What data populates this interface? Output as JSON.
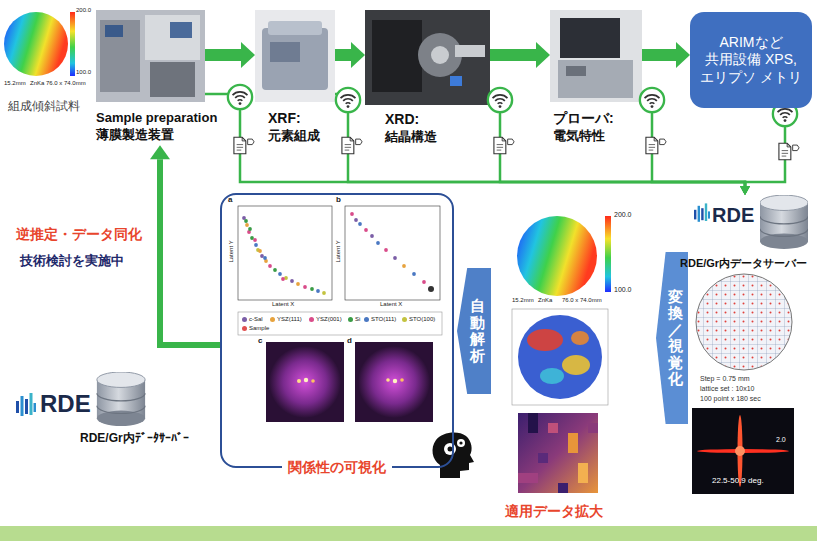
{
  "diagram": {
    "nodes": [
      {
        "text": [
          "組成傾斜試料"
        ]
      },
      {
        "text": [
          "Sample preparation",
          "薄膜製造装置"
        ]
      },
      {
        "text": [
          "XRF:",
          "元素組成"
        ]
      },
      {
        "text": [
          "XRD:",
          "結晶構造"
        ]
      },
      {
        "text": [
          "プローバ:",
          "電気特性"
        ]
      },
      {
        "text": [
          "ARIMなど 共用設備 XPS,エリプソ メトリ"
        ]
      },
      {
        "text": [
          "RDE",
          "RDE/Gr内データサーバー"
        ]
      },
      {
        "text": [
          "変換／視覚化"
        ]
      },
      {
        "text": [
          "自動解析"
        ]
      },
      {
        "text": [
          "関係性の可視化"
        ]
      },
      {
        "text": [
          "RDE",
          "RDE/Gr内ﾃﾞｰﾀｻｰﾊﾞｰ"
        ]
      }
    ],
    "edges": [
      {
        "from": 1,
        "to": 2,
        "arrow": "to"
      },
      {
        "from": 2,
        "to": 3,
        "arrow": "to"
      },
      {
        "from": 3,
        "to": 4,
        "arrow": "to"
      },
      {
        "from": 4,
        "to": 5,
        "arrow": "to"
      },
      {
        "from": 1,
        "to": 6,
        "arrow": "to"
      },
      {
        "from": 2,
        "to": 6,
        "arrow": "to"
      },
      {
        "from": 3,
        "to": 6,
        "arrow": "to"
      },
      {
        "from": 4,
        "to": 6,
        "arrow": "to"
      },
      {
        "from": 5,
        "to": 6,
        "arrow": "to"
      },
      {
        "from": 9,
        "to": 1,
        "arrow": "to"
      }
    ],
    "labels": [
      "200.0",
      "100.0",
      "15.2mm",
      "ZnKa",
      "76.0 x 74.0mm",
      "逆推定・データ同化",
      "技術検討を実施中",
      "a",
      "b",
      "Latent X",
      "Latent Y",
      "Latent X",
      "Latent Y",
      "c",
      "d",
      "200.0",
      "100.0",
      "15.2mm",
      "ZnKa",
      "76.0 x 74.0mm",
      "適用データ拡大",
      "Step = 0.75 mm",
      "lattice set : 10x10",
      "100 point x 180 sec",
      "2.0",
      "22.5-50.9 deg."
    ],
    "legend": [
      {
        "text": "c-Sal",
        "color": "#7b5ea7"
      },
      {
        "text": "YSZ(111)",
        "color": "#e7a33e"
      },
      {
        "text": "YSZ(001)",
        "color": "#d94c8a"
      },
      {
        "text": "Si",
        "color": "#3a9c46"
      },
      {
        "text": "STO(111)",
        "color": "#4a78c2"
      },
      {
        "text": "STO(100)",
        "color": "#c3c340"
      },
      {
        "text": "Sample",
        "color": "#e05050"
      }
    ]
  }
}
